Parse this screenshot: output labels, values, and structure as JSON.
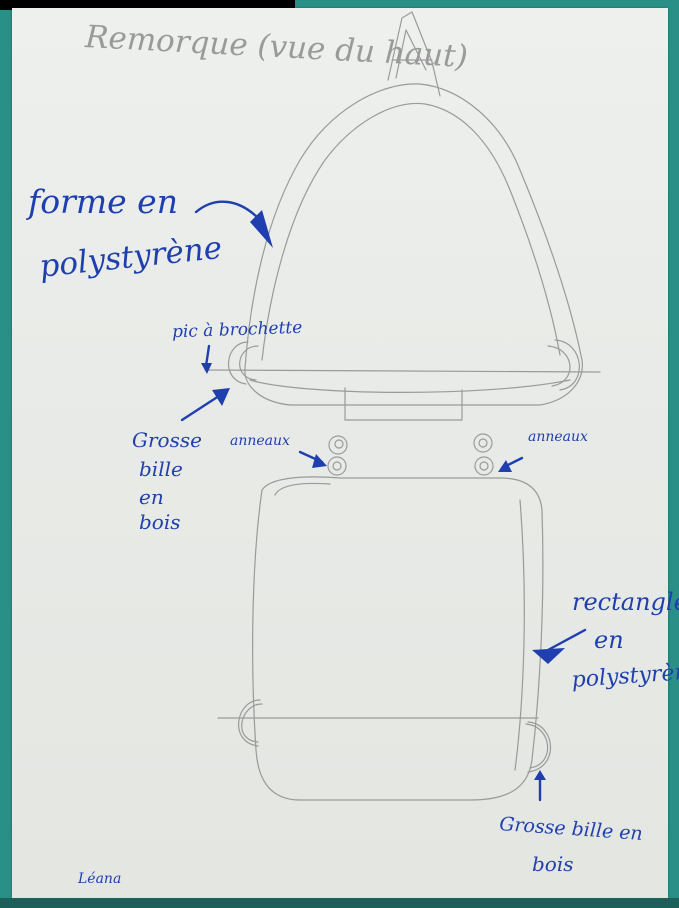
{
  "title": "Remorque (vue du haut)",
  "labels": {
    "forme_line1": "forme en",
    "forme_line2": "polystyrène",
    "pic": "pic à brochette",
    "bille_left_1": "Grosse",
    "bille_left_2": "bille",
    "bille_left_3": "en",
    "bille_left_4": "bois",
    "anneaux_left": "anneaux",
    "anneaux_right": "anneaux",
    "rect_line1": "rectangle",
    "rect_line2": "en",
    "rect_line3": "polystyrène",
    "bille_bottom_1": "Grosse bille en",
    "bille_bottom_2": "bois",
    "signature": "Léana"
  },
  "colors": {
    "pencil": "#8d8d8d",
    "ink": "#1f3fb0",
    "paper": "#eceeeb",
    "background": "#2a8f86"
  }
}
